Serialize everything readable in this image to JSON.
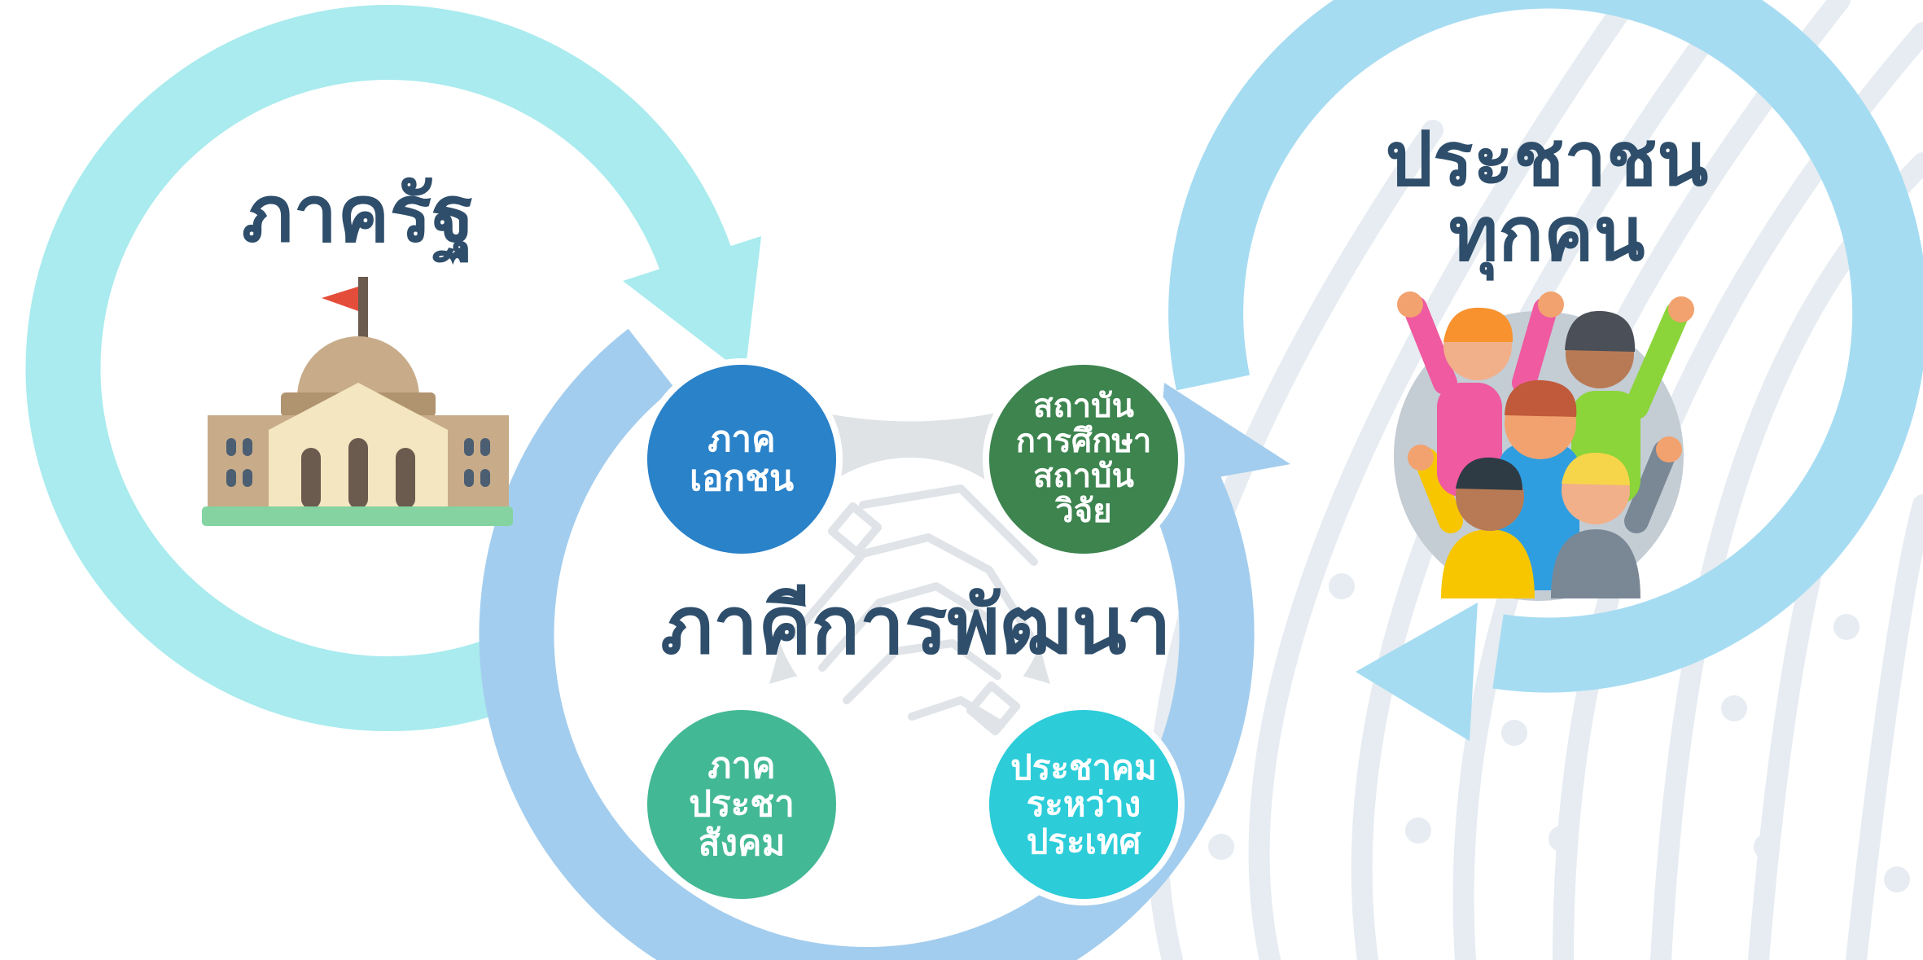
{
  "left_cycle": {
    "title": "ภาครัฐ",
    "icon": "government-building-icon",
    "color": "#a9ebee"
  },
  "center_cycle": {
    "title": "ภาคีการพัฒนา",
    "icon": "handshake-icon",
    "color": "#a3cdee",
    "nodes": [
      {
        "lines": [
          "ภาค",
          "เอกชน"
        ],
        "color": "#2a82c9"
      },
      {
        "lines": [
          "สถาบัน",
          "การศึกษา",
          "สถาบัน",
          "วิจัย"
        ],
        "color": "#3d844f"
      },
      {
        "lines": [
          "ภาค",
          "ประชา",
          "สังคม"
        ],
        "color": "#43b894"
      },
      {
        "lines": [
          "ประชาคม",
          "ระหว่าง",
          "ประเทศ"
        ],
        "color": "#2cccd9"
      }
    ]
  },
  "right_cycle": {
    "title_lines": [
      "ประชาชน",
      "ทุกคน"
    ],
    "icon": "crowd-people-icon",
    "color": "#a6dcf2"
  },
  "colors": {
    "title_text": "#2e4e6b",
    "background_lines": "#e6ecf1"
  }
}
